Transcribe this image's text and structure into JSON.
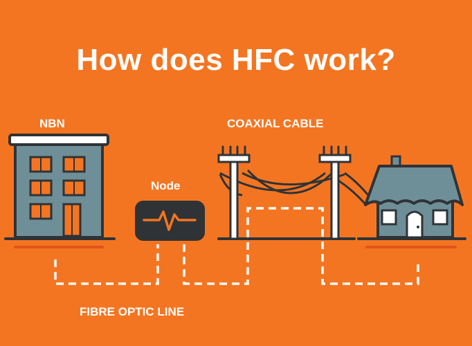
{
  "title": "How does HFC work?",
  "labels": {
    "nbn": "NBN",
    "node": "Node",
    "coaxial": "COAXIAL CABLE",
    "fibre": "FIBRE OPTIC LINE"
  },
  "colors": {
    "background": "#F47521",
    "outline": "#2F3336",
    "fill": "#6E8F98",
    "accent": "#F47521",
    "ground_shadow": "#E0541A",
    "white": "#FFFFFF"
  },
  "icons": [
    "building-icon",
    "node-pulse-icon",
    "utility-pole-icon",
    "house-icon"
  ]
}
